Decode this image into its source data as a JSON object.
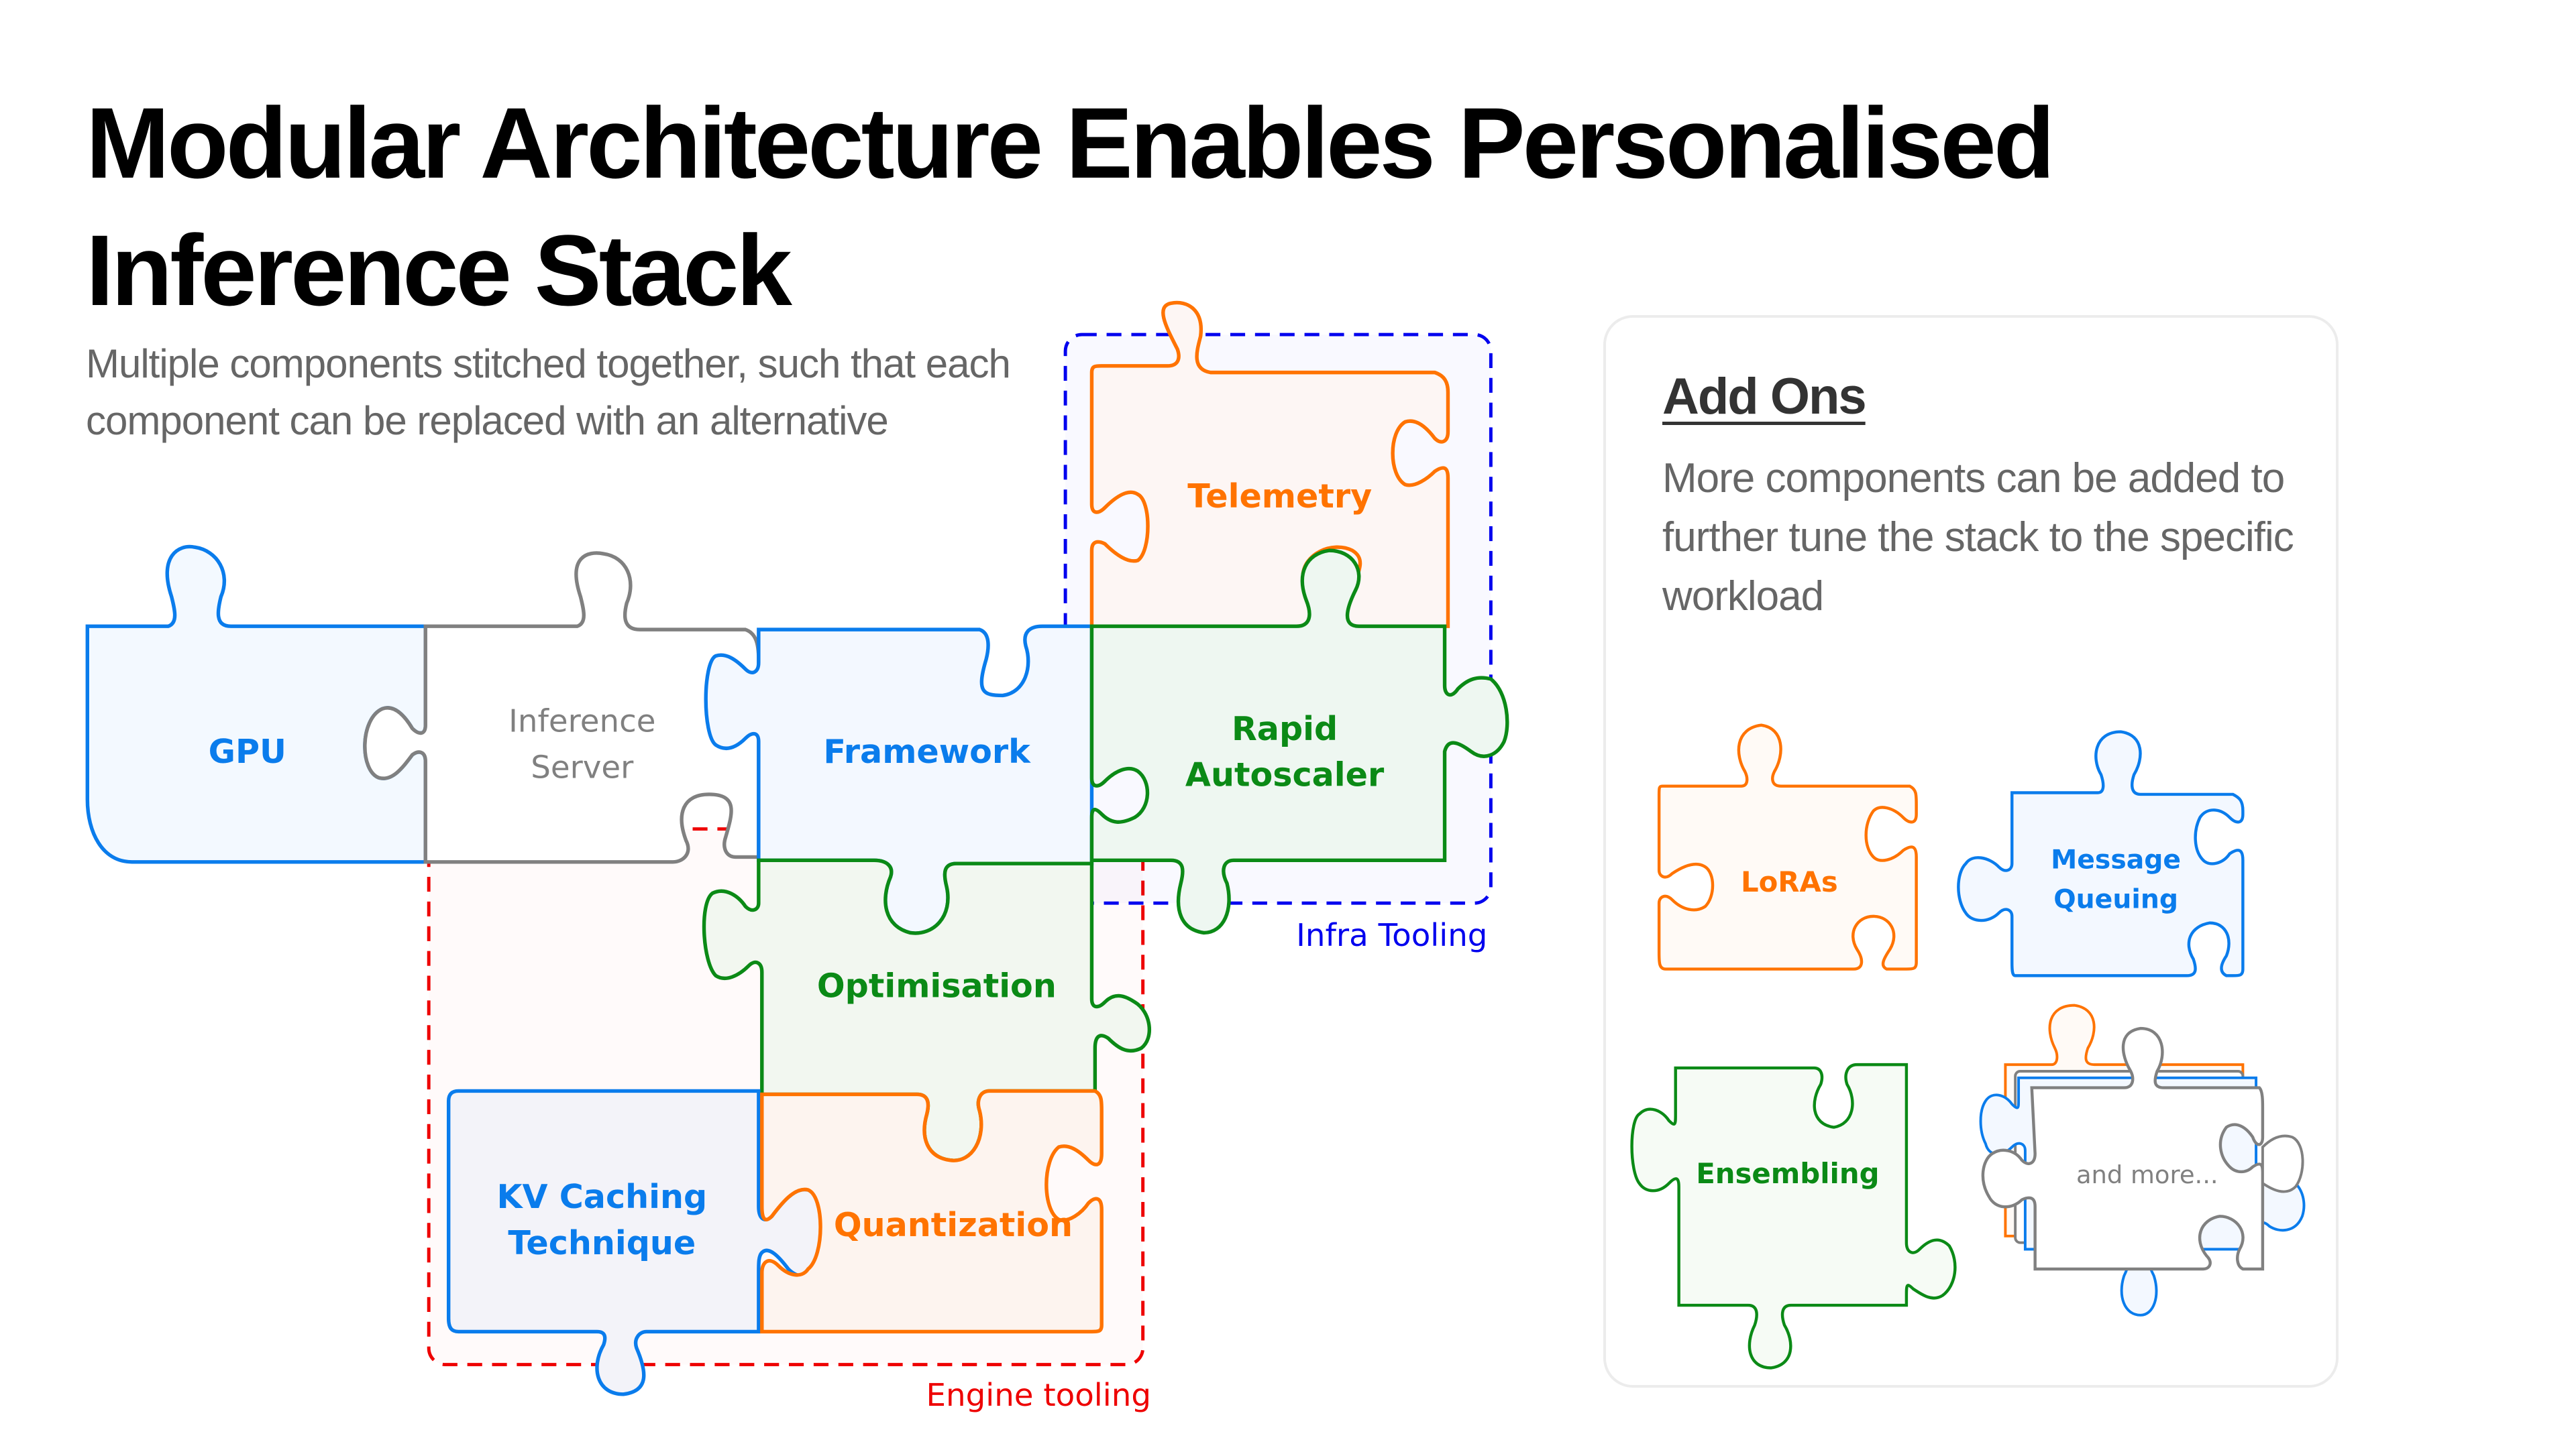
{
  "title": "Modular Architecture Enables Personalised Inference Stack",
  "subtitle": "Multiple components stitched together, such that each component can be replaced with an alternative",
  "groups": {
    "infra": {
      "label": "Infra Tooling",
      "color": "#0000ee"
    },
    "engine": {
      "label": "Engine tooling",
      "color": "#ee0000"
    }
  },
  "pieces": {
    "gpu": {
      "line1": "GPU",
      "line2": "",
      "color": "#0a7cec"
    },
    "inference_server": {
      "line1": "Inference",
      "line2": "Server",
      "color": "#808080"
    },
    "framework": {
      "line1": "Framework",
      "line2": "",
      "color": "#0a7cec"
    },
    "telemetry": {
      "line1": "Telemetry",
      "line2": "",
      "color": "#ff7300"
    },
    "rapid_autoscaler": {
      "line1": "Rapid",
      "line2": "Autoscaler",
      "color": "#0b8a16"
    },
    "optimisation": {
      "line1": "Optimisation",
      "line2": "",
      "color": "#0b8a16"
    },
    "kv_caching": {
      "line1": "KV Caching",
      "line2": "Technique",
      "color": "#0a7cec"
    },
    "quantization": {
      "line1": "Quantization",
      "line2": "",
      "color": "#ff7300"
    }
  },
  "addons": {
    "title": "Add Ons",
    "description": "More components can be added to further tune the stack to the specific workload",
    "items": [
      {
        "line1": "LoRAs",
        "line2": "",
        "color": "#ff7300"
      },
      {
        "line1": "Message",
        "line2": "Queuing",
        "color": "#0a7cec"
      },
      {
        "line1": "Ensembling",
        "line2": "",
        "color": "#0b8a16"
      },
      {
        "line1": "and more...",
        "line2": "",
        "color": "#808080"
      }
    ]
  }
}
